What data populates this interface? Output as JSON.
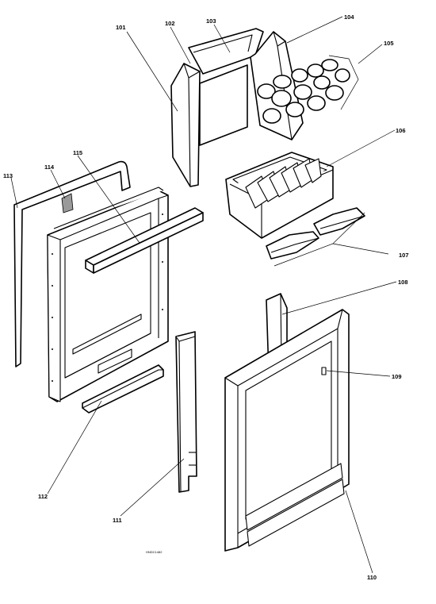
{
  "drawing_code": "HNDC1482",
  "labels": {
    "l101": "101",
    "l102": "102",
    "l103": "103",
    "l104": "104",
    "l105": "105",
    "l106": "106",
    "l107": "107",
    "l108": "108",
    "l109": "109",
    "l110": "110",
    "l111": "111",
    "l112": "112",
    "l113": "113",
    "l114": "114",
    "l115": "115"
  }
}
